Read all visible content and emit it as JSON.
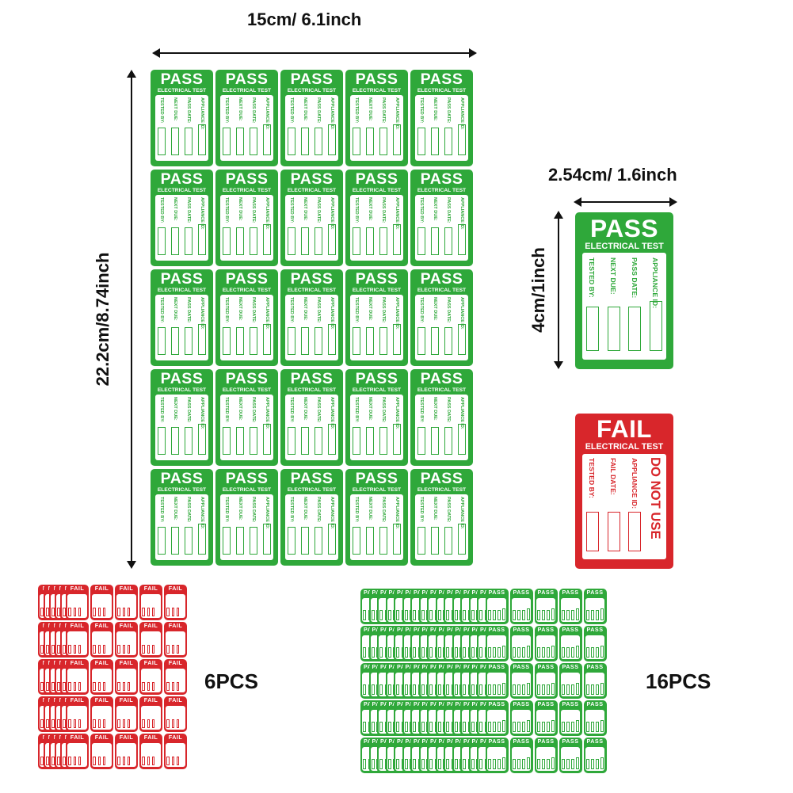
{
  "dimensions": {
    "sheet_width": "15cm/ 6.1inch",
    "sheet_height": "22.2cm/8.74inch",
    "label_width": "2.54cm/ 1.6inch",
    "label_height": "4cm/1inch"
  },
  "pass_label": {
    "title": "PASS",
    "subtitle": "ELECTRICAL TEST",
    "fields": [
      "TESTED BY:",
      "NEXT DUE:",
      "PASS DATE:",
      "APPLIANCE ID:"
    ]
  },
  "fail_label": {
    "title": "FAIL",
    "subtitle": "ELECTRICAL TEST",
    "fields": [
      "TESTED BY:",
      "FAIL DATE:",
      "APPLIANCE ID:"
    ],
    "warning": "DO NOT USE"
  },
  "quantities": {
    "fail_sheets": "6PCS",
    "pass_sheets": "16PCS"
  },
  "colors": {
    "pass": "#2fa83a",
    "fail": "#d8262b"
  }
}
